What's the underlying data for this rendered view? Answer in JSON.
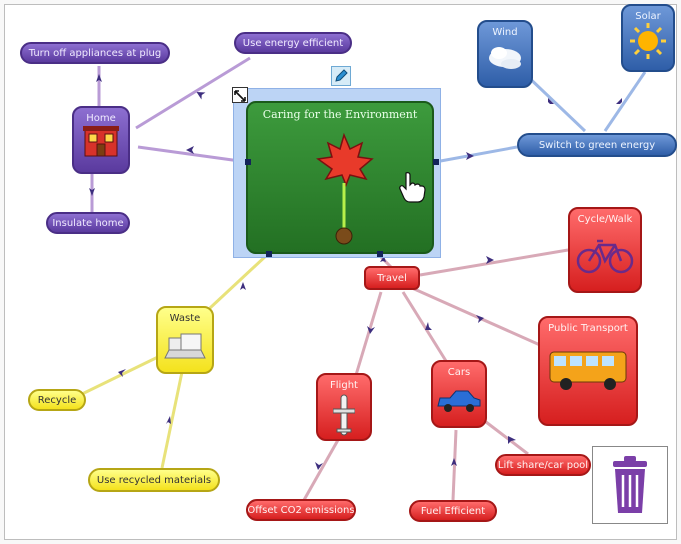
{
  "central": {
    "title": "Caring for the Environment"
  },
  "nodes": {
    "home": "Home",
    "home_lights": "Turn off appliances at plug",
    "home_energy": "Use energy efficient",
    "home_insulate": "Insulate home",
    "wind": "Wind",
    "solar": "Solar",
    "green_energy": "Switch to green energy",
    "travel": "Travel",
    "cycle_walk": "Cycle/Walk",
    "public_transport": "Public Transport",
    "flight": "Flight",
    "cars": "Cars",
    "car_share": "Lift share/car pool",
    "fuel_efficient": "Fuel Efficient",
    "offset_co2": "Offset CO2 emissions",
    "waste": "Waste",
    "recycle": "Recycle",
    "recycled_materials": "Use recycled materials"
  },
  "colors": {
    "central": "#2e8b2e",
    "home_branch": "#5a3a9e",
    "energy_branch": "#2f5ea8",
    "travel_branch": "#d61f1f",
    "waste_branch": "#f4e21d",
    "trash_icon": "#7b3fa8"
  },
  "icons": {
    "edit": "pencil-icon",
    "resize": "resize-icon",
    "cursor": "hand-cursor-icon",
    "trash": "trash-icon"
  }
}
